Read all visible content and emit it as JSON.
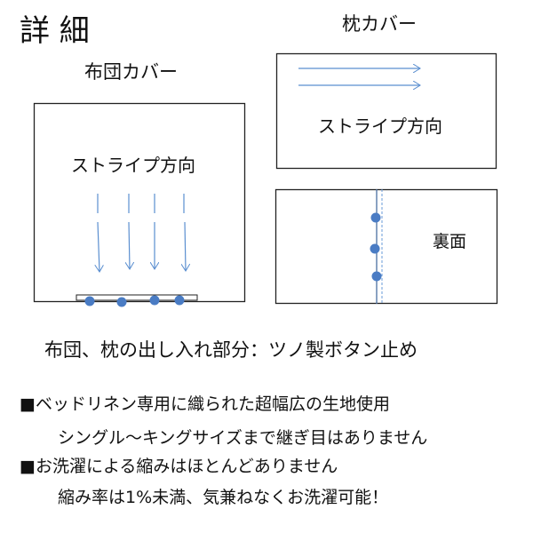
{
  "title": "詳 細",
  "pillow_cover": {
    "label": "枕カバー",
    "front_text": "ストライプ方向",
    "back_text": "裏面"
  },
  "futon_cover": {
    "label": "布団カバー",
    "stripe_text": "ストライプ方向"
  },
  "caption": "布団、枕の出し入れ部分：ツノ製ボタン止め",
  "features": [
    {
      "heading": "■ベッドリネン専用に織られた超幅広の生地使用",
      "detail": "シングル～キングサイズまで継ぎ目はありません"
    },
    {
      "heading": "■お洗濯による縮みはほとんどありません",
      "detail": "縮み率は1%未満、気兼ねなくお洗濯可能！"
    }
  ],
  "colors": {
    "arrow": "#5b8fd0",
    "button": "#4a7cc4",
    "outline": "#222222"
  }
}
